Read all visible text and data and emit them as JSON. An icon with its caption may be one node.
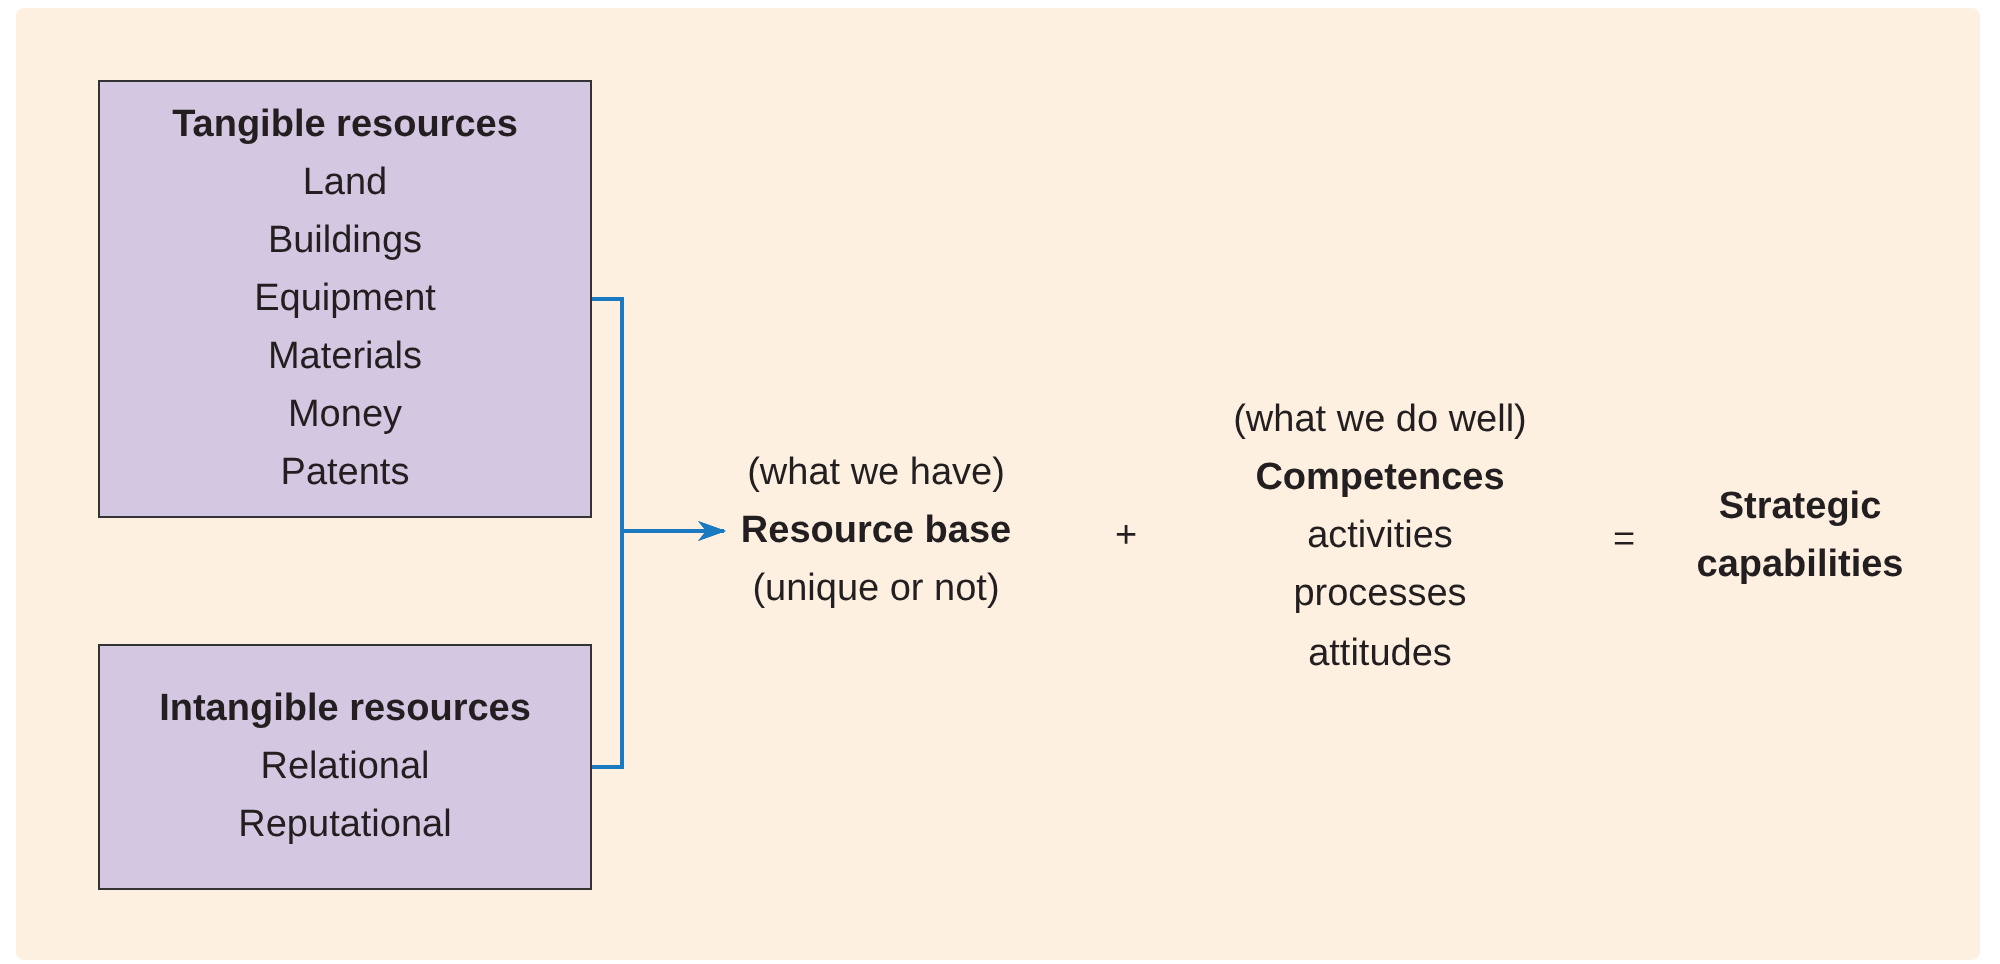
{
  "diagram": {
    "nodes": [
      {
        "text": [
          "Tangible resources",
          "Land",
          "Buildings",
          "Equipment",
          "Materials",
          "Money",
          "Patents"
        ]
      },
      {
        "text": [
          "Intangible resources",
          "Relational",
          "Reputational"
        ]
      },
      {
        "text": [
          "(what we have)",
          "Resource base",
          "(unique or not)"
        ]
      }
    ],
    "edges": [
      {
        "from": 0,
        "to": 2,
        "arrow": "to"
      },
      {
        "from": 1,
        "to": 2,
        "arrow": "to"
      }
    ],
    "labels": [
      "+",
      "(what we do well)",
      "Competences",
      "activities",
      "processes",
      "attitudes",
      "=",
      "Strategic capabilities"
    ]
  }
}
